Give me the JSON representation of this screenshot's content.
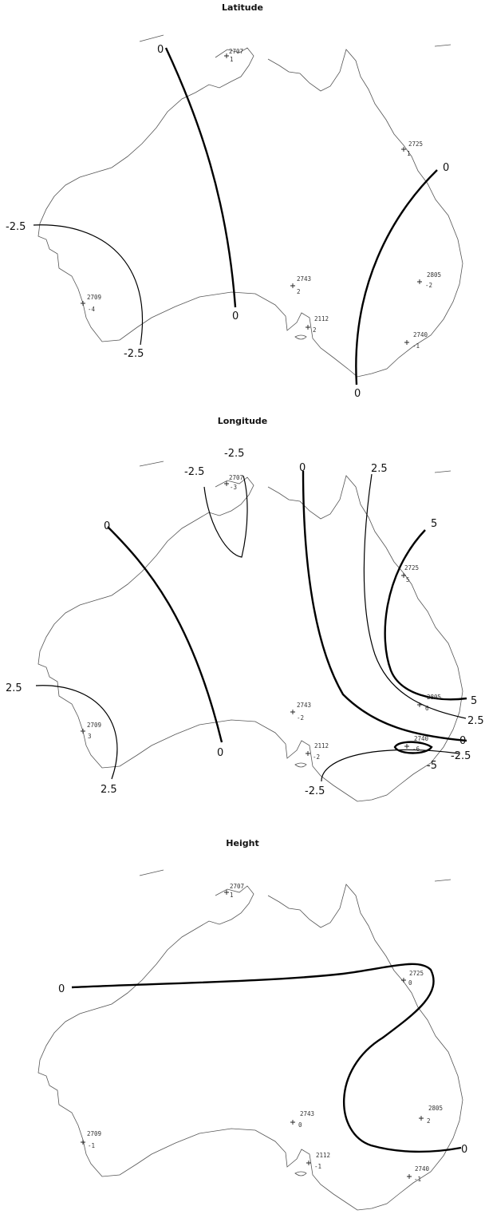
{
  "panels": [
    {
      "title": "Latitude",
      "stations": [
        {
          "id": "2707",
          "value": "1"
        },
        {
          "id": "2725",
          "value": "1"
        },
        {
          "id": "2709",
          "value": "-4"
        },
        {
          "id": "2743",
          "value": "2"
        },
        {
          "id": "2805",
          "value": "-2"
        },
        {
          "id": "2112",
          "value": "2"
        },
        {
          "id": "2740",
          "value": "-1"
        }
      ],
      "contour_labels": [
        "0",
        "-2.5",
        "0",
        "-2.5",
        "0",
        "0"
      ]
    },
    {
      "title": "Longitude",
      "stations": [
        {
          "id": "2707",
          "value": "-3"
        },
        {
          "id": "2725",
          "value": "5"
        },
        {
          "id": "2709",
          "value": "3"
        },
        {
          "id": "2743",
          "value": "-2"
        },
        {
          "id": "2805",
          "value": "6"
        },
        {
          "id": "2112",
          "value": "-2"
        },
        {
          "id": "2740",
          "value": "-6"
        }
      ],
      "contour_labels": [
        "-2.5",
        "-2.5",
        "0",
        "2.5",
        "0",
        "5",
        "2.5",
        "2.5",
        "0",
        "5",
        "2.5",
        "0",
        "-2.5",
        "-5",
        "-2.5"
      ]
    },
    {
      "title": "Height",
      "stations": [
        {
          "id": "2707",
          "value": "1"
        },
        {
          "id": "2725",
          "value": "0"
        },
        {
          "id": "2709",
          "value": "-1"
        },
        {
          "id": "2743",
          "value": "0"
        },
        {
          "id": "2805",
          "value": "2"
        },
        {
          "id": "2112",
          "value": "-1"
        },
        {
          "id": "2740",
          "value": "-1"
        }
      ],
      "contour_labels": [
        "0",
        "0"
      ]
    }
  ]
}
